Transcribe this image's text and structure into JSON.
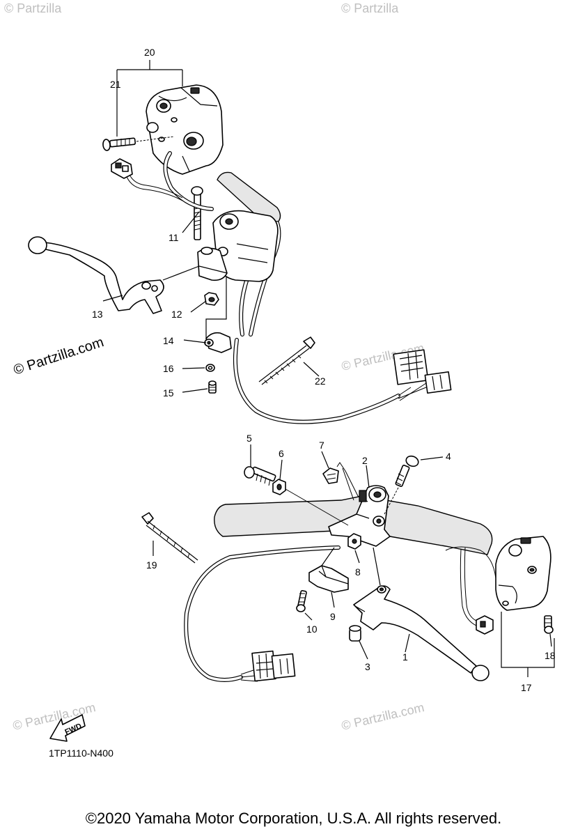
{
  "diagram": {
    "code": "1TP1110-N400",
    "fwd_label": "FWD",
    "watermark": "© Partzilla.com",
    "watermark_short": "© Partzilla",
    "callouts": {
      "p1": "1",
      "p2": "2",
      "p3": "3",
      "p4": "4",
      "p5": "5",
      "p6": "6",
      "p7": "7",
      "p8": "8",
      "p9": "9",
      "p10": "10",
      "p11": "11",
      "p12": "12",
      "p13": "13",
      "p14": "14",
      "p15": "15",
      "p16": "16",
      "p17": "17",
      "p18": "18",
      "p19": "19",
      "p20": "20",
      "p21": "21",
      "p22": "22"
    }
  },
  "footer": {
    "copyright": "©2020 Yamaha Motor Corporation, U.S.A. All rights reserved."
  }
}
